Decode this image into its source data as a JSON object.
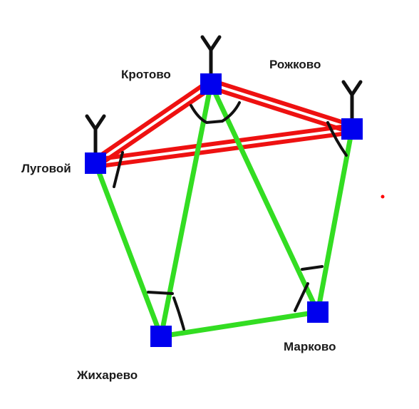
{
  "colors": {
    "background": "#ffffff",
    "node": "#0000ee",
    "road": "#33dd22",
    "road_double": "#ee1111",
    "mark": "#111111",
    "dot": "#ff0000"
  },
  "nodes": [
    {
      "id": "krotovo",
      "label": "Кротово",
      "antenna": true
    },
    {
      "id": "rozhkovo",
      "label": "Рожково",
      "antenna": true
    },
    {
      "id": "lugovoy",
      "label": "Луговой",
      "antenna": true
    },
    {
      "id": "zhikharevo",
      "label": "Жихарево",
      "antenna": false
    },
    {
      "id": "markovo",
      "label": "Марково",
      "antenna": false
    }
  ],
  "edges": [
    {
      "from": "lugovoy",
      "to": "krotovo",
      "style": "double"
    },
    {
      "from": "krotovo",
      "to": "rozhkovo",
      "style": "double"
    },
    {
      "from": "lugovoy",
      "to": "rozhkovo",
      "style": "double"
    },
    {
      "from": "lugovoy",
      "to": "zhikharevo",
      "style": "single"
    },
    {
      "from": "krotovo",
      "to": "zhikharevo",
      "style": "single"
    },
    {
      "from": "krotovo",
      "to": "markovo",
      "style": "single"
    },
    {
      "from": "rozhkovo",
      "to": "markovo",
      "style": "single"
    },
    {
      "from": "zhikharevo",
      "to": "markovo",
      "style": "single"
    }
  ]
}
